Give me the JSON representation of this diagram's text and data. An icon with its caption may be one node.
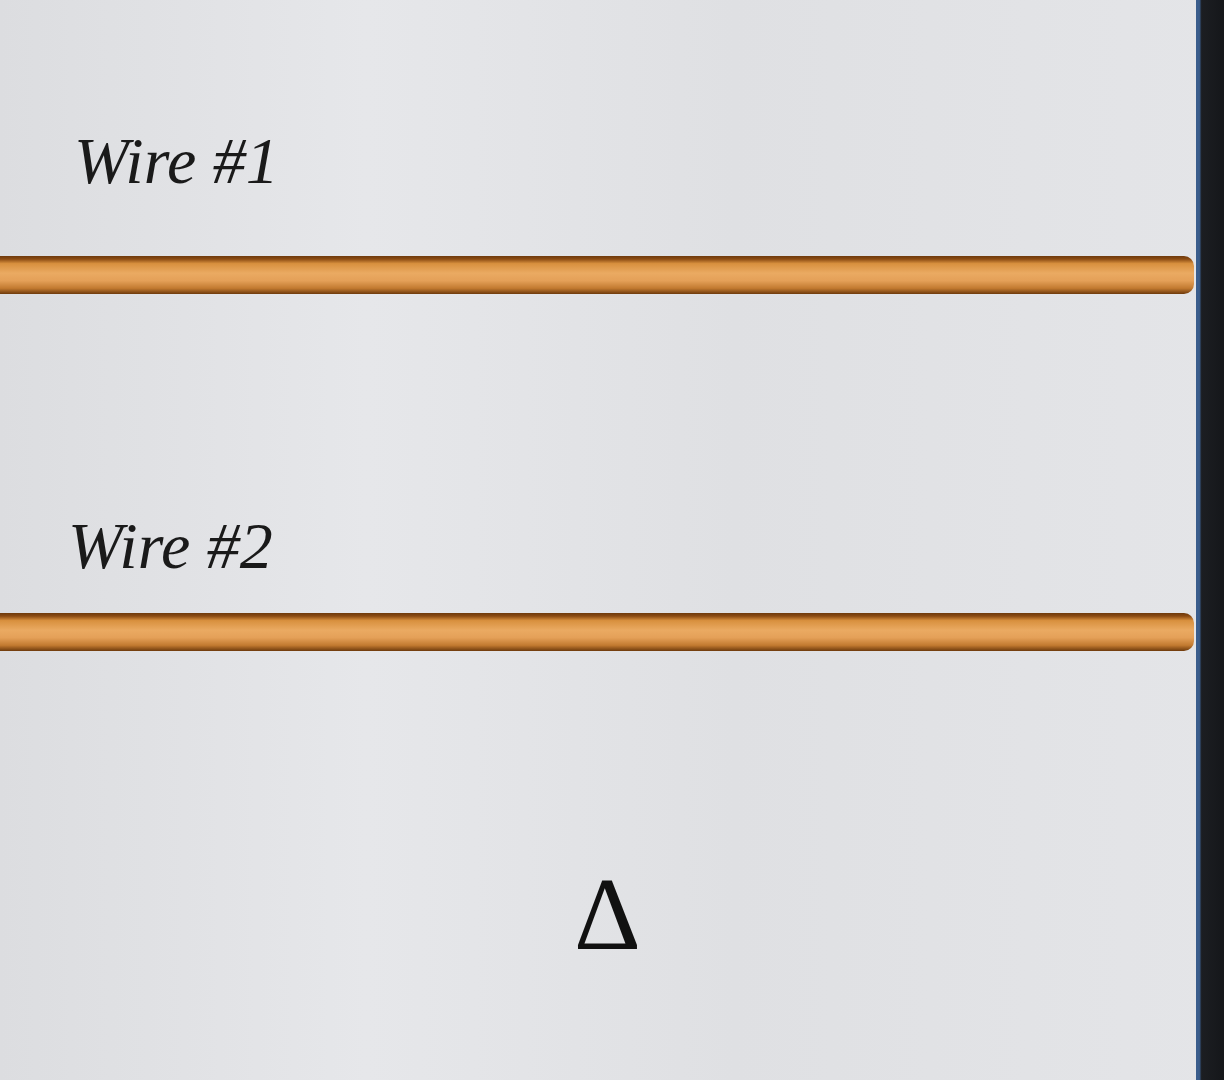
{
  "diagram": {
    "nodes": [
      {
        "text": [
          "Wire #1"
        ]
      },
      {
        "text": [
          "Wire #2"
        ]
      }
    ],
    "labels": [
      "Δ"
    ]
  }
}
